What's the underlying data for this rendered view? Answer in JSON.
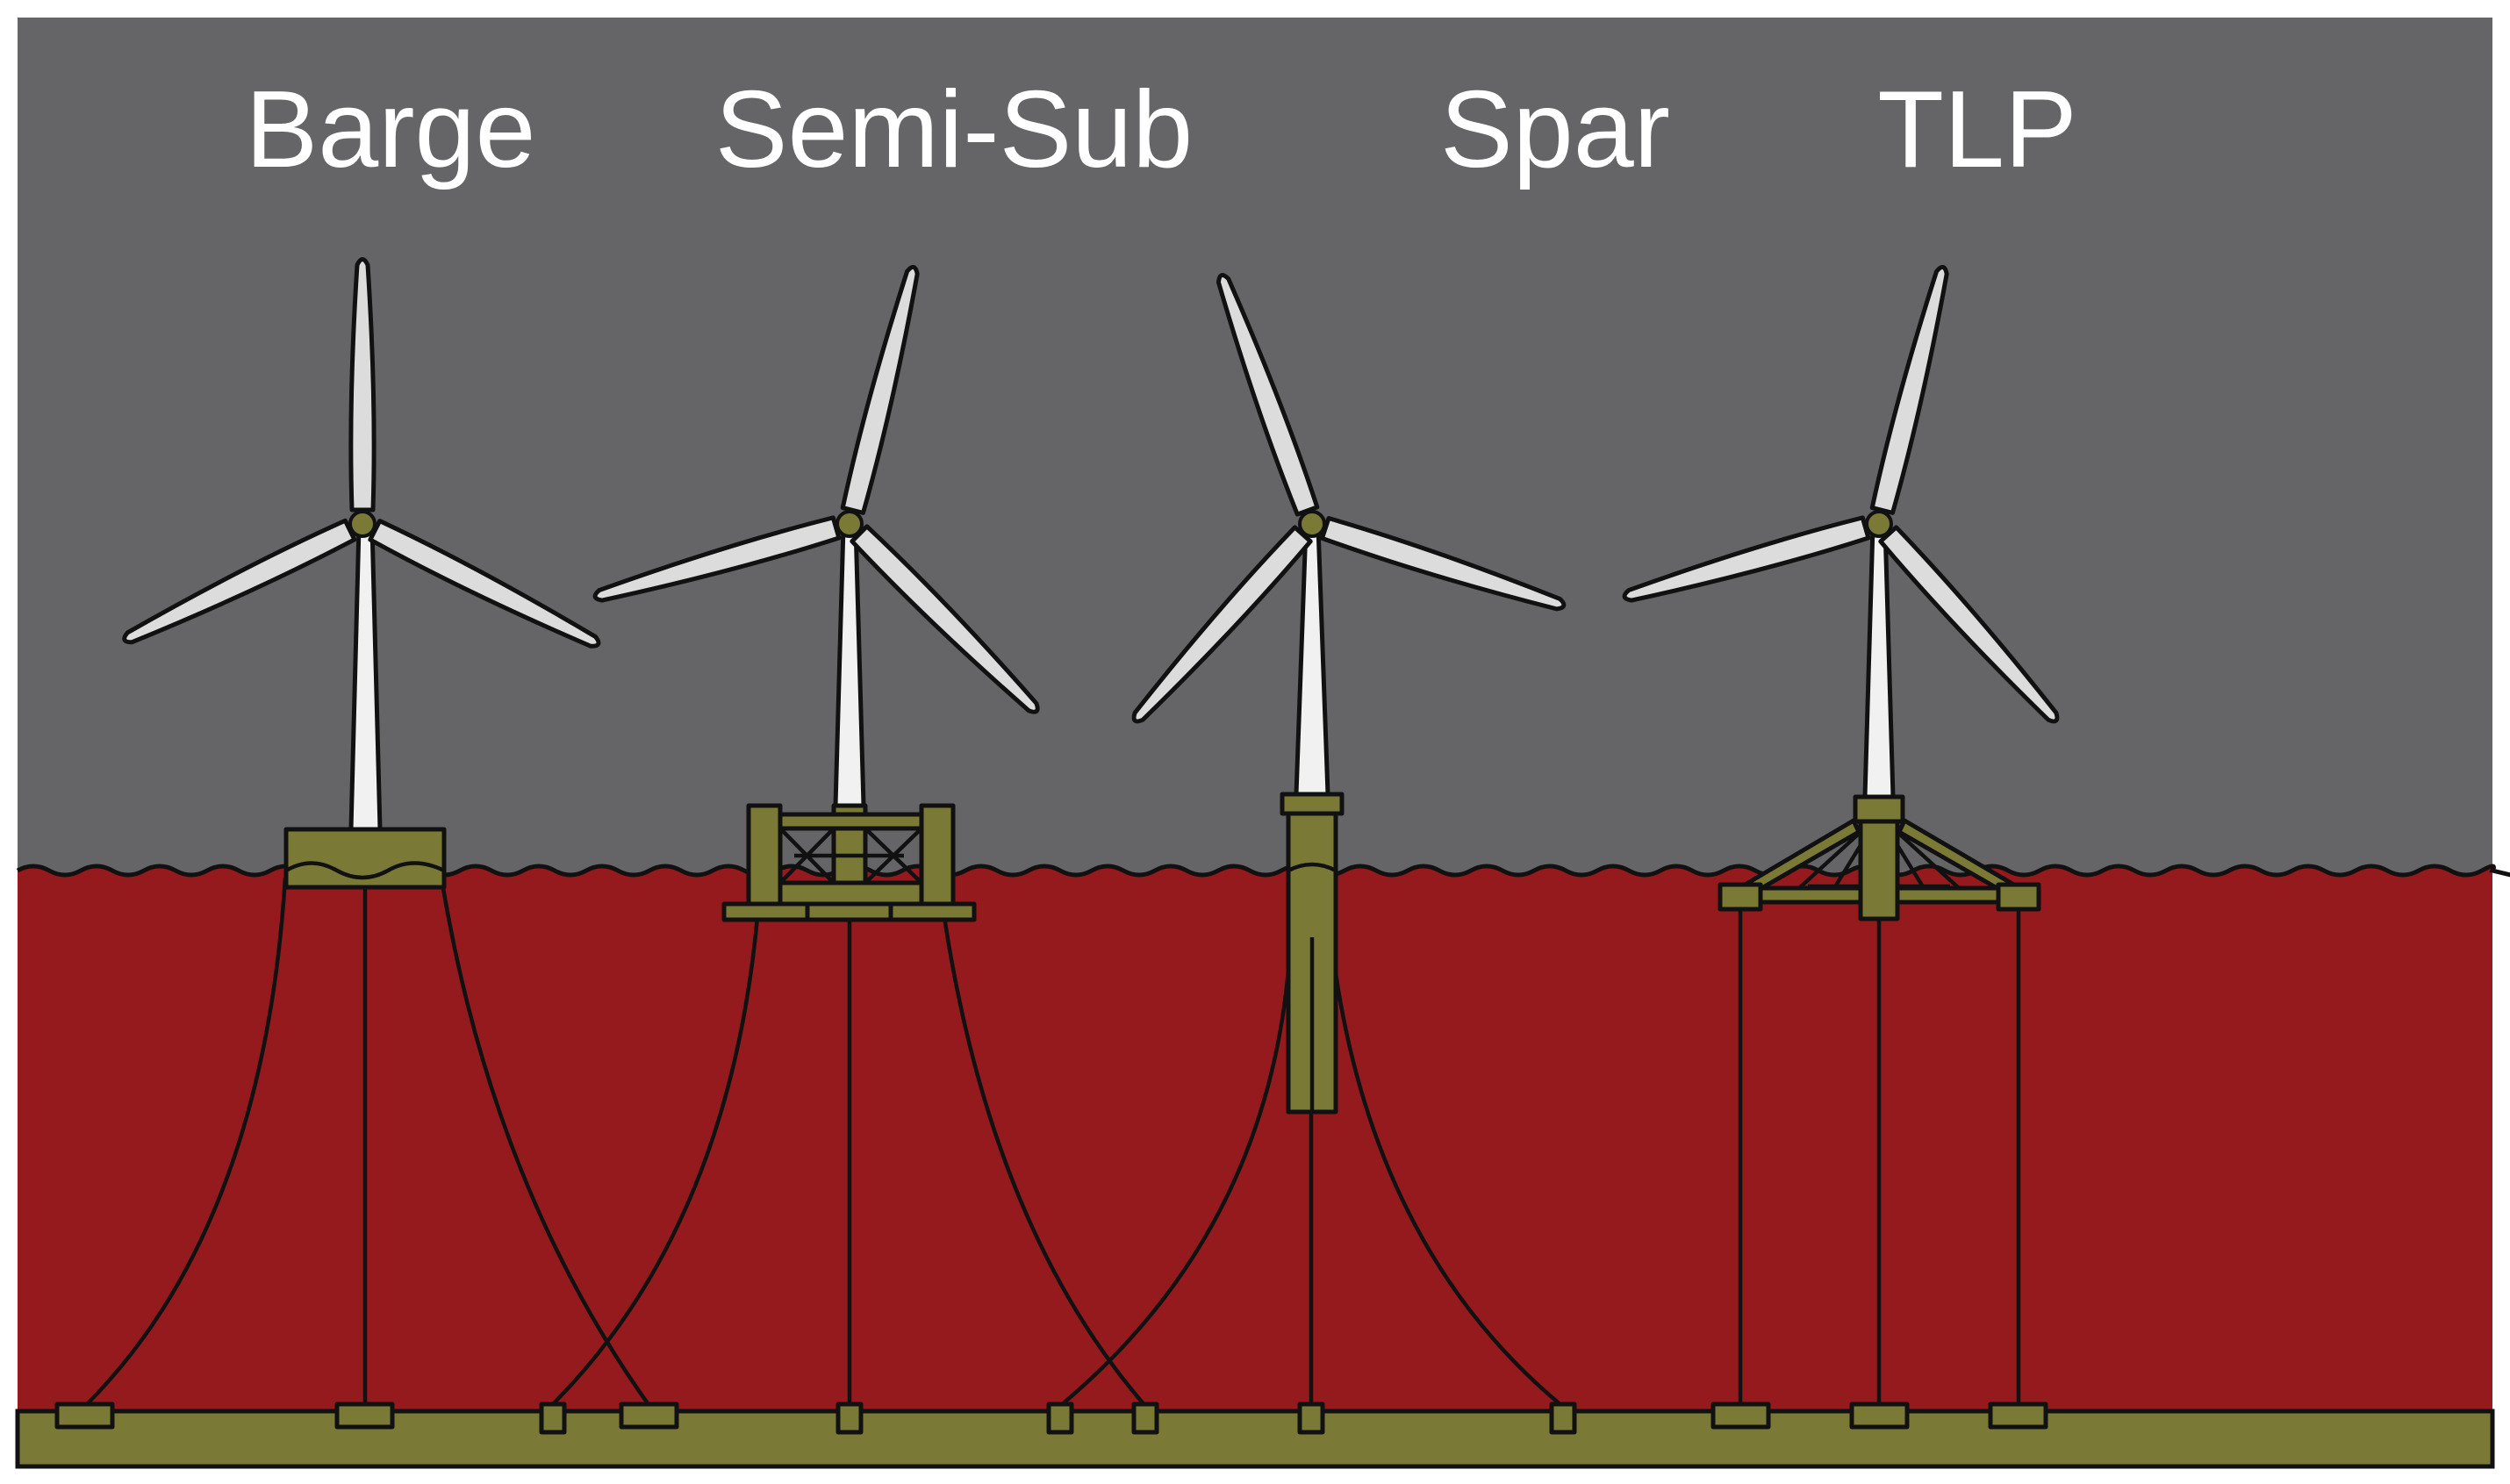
{
  "platforms": [
    {
      "label": "Barge"
    },
    {
      "label": "Semi-Sub"
    },
    {
      "label": "Spar"
    },
    {
      "label": "TLP"
    }
  ],
  "colors": {
    "sky": "#656567",
    "sea": "#941a1e",
    "seabed": "#7a7a36",
    "structure": "#7a7a36",
    "blade": "#dcdcdc",
    "tower": "#f1f1f1",
    "outline": "#111111"
  }
}
